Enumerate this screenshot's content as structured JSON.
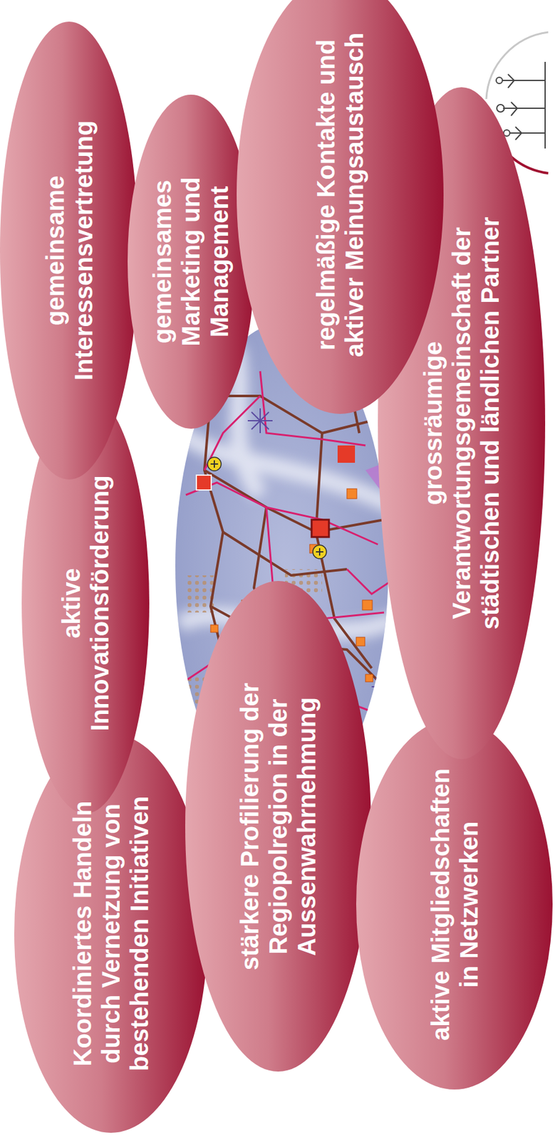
{
  "diagram": {
    "nodes": [
      {
        "text": [
          "Koordiniertes Handeln durch Vernetzung von bestehenden Initiativen"
        ]
      },
      {
        "text": [
          "aktive Innovationsförderung"
        ]
      },
      {
        "text": [
          "gemeinsame Interessensvertretung"
        ]
      },
      {
        "text": [
          "stärkere Profilierung der Regiopolregion in der Aussenwahrnehmung"
        ]
      },
      {
        "text": [
          "gemeinsames Marketing und Management"
        ]
      },
      {
        "text": [
          "aktive Mitgliedschaften in Netzwerken"
        ]
      },
      {
        "text": [
          "grossräumige Verantwortungsgemeinschaft der städtischen und ländlichen Partner"
        ]
      },
      {
        "text": [
          "regelmäßige Kontakte und aktiver Meinungsaustausch"
        ]
      }
    ]
  }
}
